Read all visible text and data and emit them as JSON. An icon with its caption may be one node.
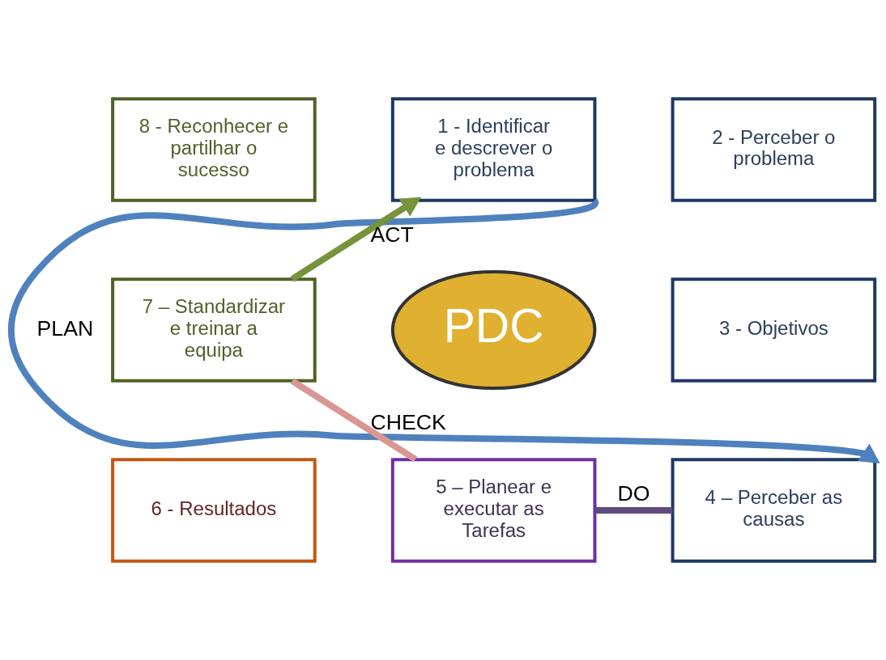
{
  "diagram": {
    "nodes": [
      {
        "text": [
          "1 - Identificar e descrever o problema"
        ]
      },
      {
        "text": [
          "2 - Perceber o problema"
        ]
      },
      {
        "text": [
          "3 - Objetivos"
        ]
      },
      {
        "text": [
          "4 – Perceber as causas"
        ]
      },
      {
        "text": [
          "5 – Planear e executar as Tarefas"
        ]
      },
      {
        "text": [
          "6 - Resultados"
        ]
      },
      {
        "text": [
          "7 – Standardizar e treinar a equipa"
        ]
      },
      {
        "text": [
          "8 - Reconhecer e partilhar o sucesso"
        ]
      },
      {
        "text": [
          "PDC"
        ]
      }
    ],
    "edges": [
      {
        "from": 0,
        "to": 3,
        "arrow": "to",
        "label": "PLAN",
        "color": "#4f81bd"
      },
      {
        "from": 3,
        "to": 4,
        "arrow": "none",
        "label": "DO",
        "color": "#604a7b"
      },
      {
        "from": 4,
        "to": 6,
        "arrow": "none",
        "label": "CHECK",
        "color": "#d99694"
      },
      {
        "from": 6,
        "to": 0,
        "arrow": "to",
        "label": "ACT",
        "color": "#77933c"
      }
    ]
  }
}
